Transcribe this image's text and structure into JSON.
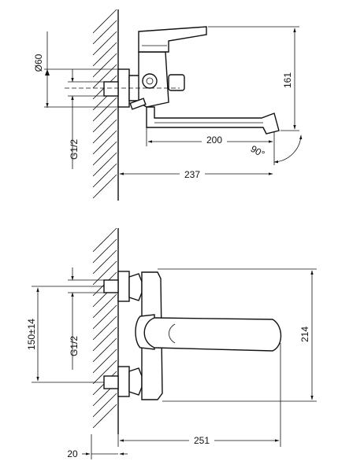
{
  "side_view": {
    "dim_diameter": "Ø60",
    "dim_thread": "G1/2",
    "dim_height": "161",
    "dim_spout": "200",
    "dim_depth": "237",
    "dim_angle": "90°"
  },
  "front_view": {
    "dim_center": "150±14",
    "dim_thread": "G1/2",
    "dim_height": "214",
    "dim_depth": "251",
    "dim_wall": "20"
  }
}
